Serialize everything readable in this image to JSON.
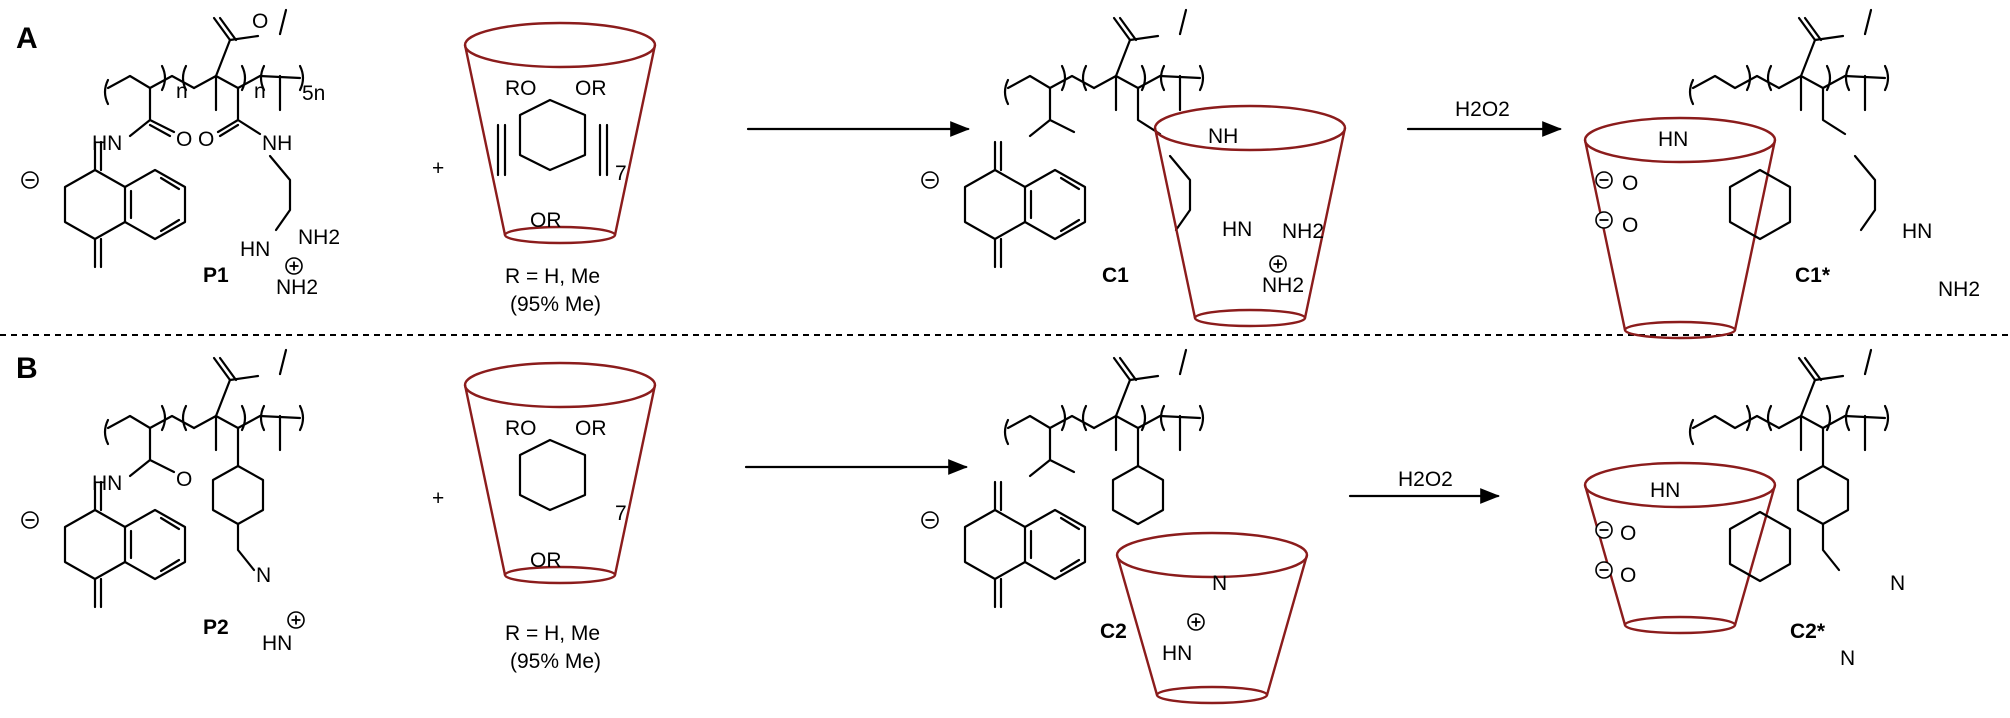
{
  "panels": {
    "a": {
      "letter": "A"
    },
    "b": {
      "letter": "B"
    }
  },
  "row_a": {
    "polymer": "P1",
    "complex": "C1",
    "product": "C1*",
    "oxidant": "H2O2",
    "plus": "+",
    "cd_substituents": "R = H, Me",
    "cd_methylation": "(95% Me)"
  },
  "row_b": {
    "polymer": "P2",
    "complex": "C2",
    "product": "C2*",
    "oxidant": "H2O2",
    "plus": "+",
    "cd_substituents": "R = H, Me",
    "cd_methylation": "(95% Me)"
  },
  "atoms": {
    "ester_o": "O",
    "carbonyl_o": "O",
    "amide_nh": "HN",
    "amine_nh": "NH",
    "nh2": "NH2",
    "nh2_2": "NH2",
    "hn": "HN",
    "n": "N",
    "hn_ring": "HN",
    "ro": "RO",
    "or": "OR",
    "repeat_n": "n",
    "repeat_5n": "5n",
    "cd_repeat": "7",
    "o_minus": "O"
  },
  "colors": {
    "cyclodextrin": "#8b1c1c",
    "bonds": "#000000",
    "background": "#ffffff"
  },
  "icons": {
    "negative_charge": "minus-circle-icon",
    "positive_charge": "plus-circle-icon",
    "reaction_arrow": "arrow-right-icon"
  }
}
